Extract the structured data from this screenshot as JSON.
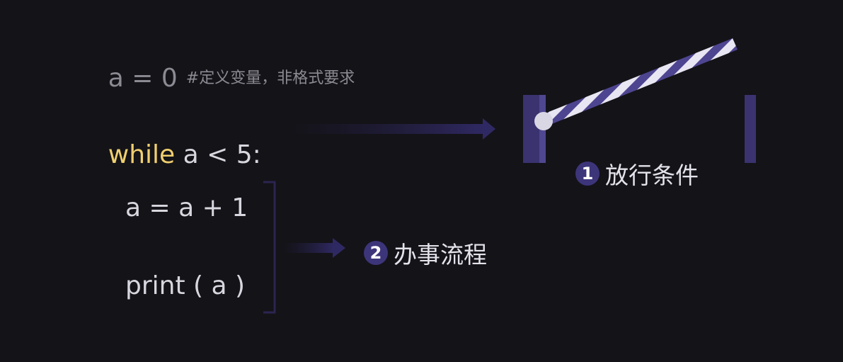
{
  "code": {
    "line1": {
      "text": "a = 0",
      "comment": "#定义变量，非格式要求"
    },
    "line2": {
      "keyword": "while",
      "rest": " a < 5:"
    },
    "line3": "a = a + 1",
    "line4": "print ( a )"
  },
  "labels": {
    "condition": {
      "number": "1",
      "text": "放行条件"
    },
    "process": {
      "number": "2",
      "text": "办事流程"
    }
  },
  "colors": {
    "background": "#141318",
    "keyword": "#f0cf6e",
    "accent": "#3d357a",
    "stripe_light": "#e8e6f2",
    "stripe_dark": "#4e4591"
  },
  "icons": {
    "barrier": "barrier-gate-icon",
    "arrow1": "arrow-right-icon",
    "arrow2": "arrow-right-icon"
  }
}
